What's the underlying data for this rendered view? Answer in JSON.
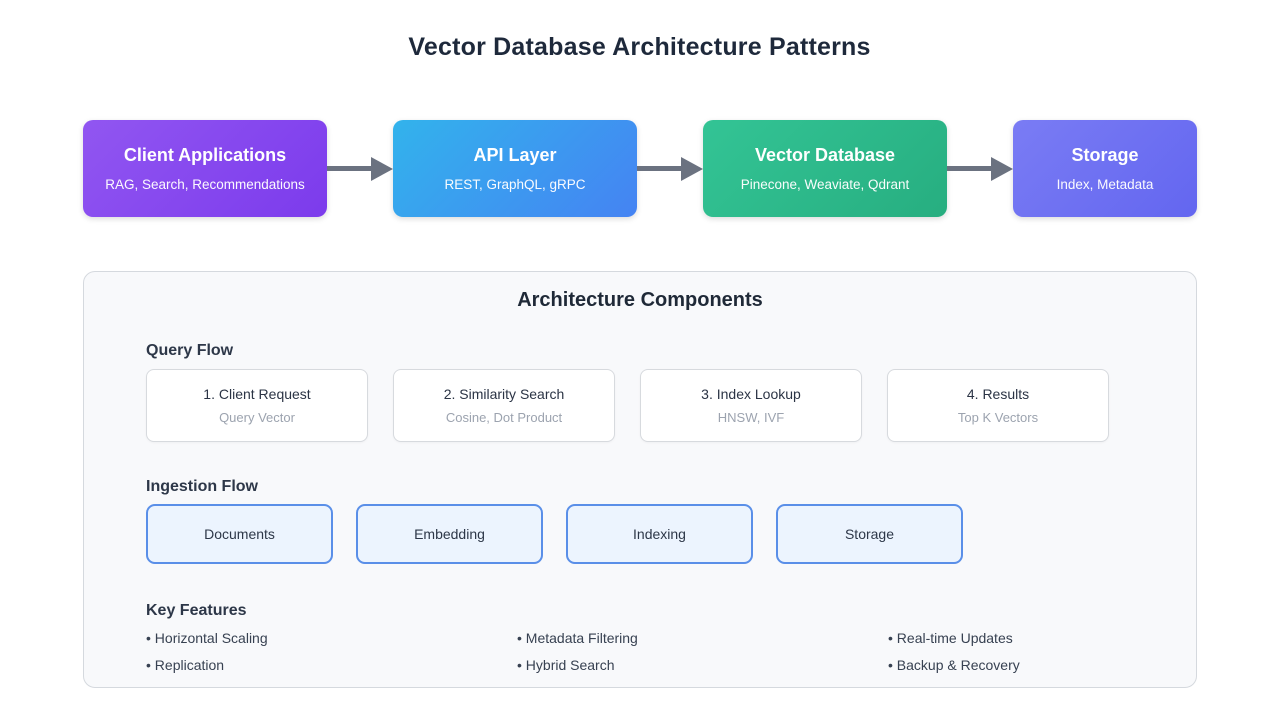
{
  "page": {
    "title": "Vector Database Architecture Patterns"
  },
  "flow": {
    "nodes": [
      {
        "title": "Client Applications",
        "subtitle": "RAG, Search, Recommendations",
        "gradient_from": "#9156f1",
        "gradient_to": "#7c3bec"
      },
      {
        "title": "API Layer",
        "subtitle": "REST, GraphQL, gRPC",
        "gradient_from": "#32b3ec",
        "gradient_to": "#4583f3"
      },
      {
        "title": "Vector Database",
        "subtitle": "Pinecone, Weaviate, Qdrant",
        "gradient_from": "#33c495",
        "gradient_to": "#27ae80"
      },
      {
        "title": "Storage",
        "subtitle": "Index, Metadata",
        "gradient_from": "#7a7cf4",
        "gradient_to": "#6366f0"
      }
    ]
  },
  "components_panel": {
    "title": "Architecture Components",
    "query_flow": {
      "heading": "Query Flow",
      "steps": [
        {
          "title": "1. Client Request",
          "subtitle": "Query Vector"
        },
        {
          "title": "2. Similarity Search",
          "subtitle": "Cosine, Dot Product"
        },
        {
          "title": "3. Index Lookup",
          "subtitle": "HNSW, IVF"
        },
        {
          "title": "4. Results",
          "subtitle": "Top K Vectors"
        }
      ]
    },
    "ingestion_flow": {
      "heading": "Ingestion Flow",
      "stages": [
        "Documents",
        "Embedding",
        "Indexing",
        "Storage"
      ]
    },
    "key_features": {
      "heading": "Key Features",
      "bullet": "•",
      "columns": [
        [
          "Horizontal Scaling",
          "Replication"
        ],
        [
          "Metadata Filtering",
          "Hybrid Search"
        ],
        [
          "Real-time Updates",
          "Backup & Recovery"
        ]
      ]
    }
  },
  "colors": {
    "title_text": "#1e293b",
    "heading_text": "#2d3748",
    "arrow": "#6b7280",
    "panel_bg": "#f8f9fb",
    "panel_border": "#d5d9de",
    "step_border": "#d7dade",
    "step_subtitle_text": "#9ca3af",
    "stage_bg": "#ecf4fe",
    "stage_border": "#5a8fe8",
    "bullet_text": "#374151"
  }
}
